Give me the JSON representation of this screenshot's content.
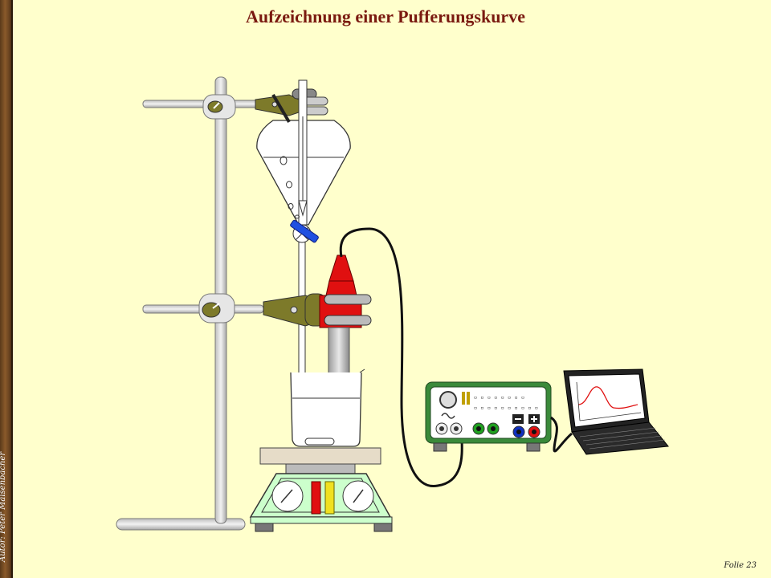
{
  "slide": {
    "title": "Aufzeichnung einer Pufferungskurve",
    "author": "Autor: Peter Maisenbacher",
    "page_label": "Folie 23"
  },
  "colors": {
    "background": "#ffffcc",
    "title": "#7a1a10",
    "clamp": "#7d7a2a",
    "electrode_cap": "#e01010",
    "interface_frame": "#3a8a3a",
    "stirrer_body": "#ccffcc"
  }
}
